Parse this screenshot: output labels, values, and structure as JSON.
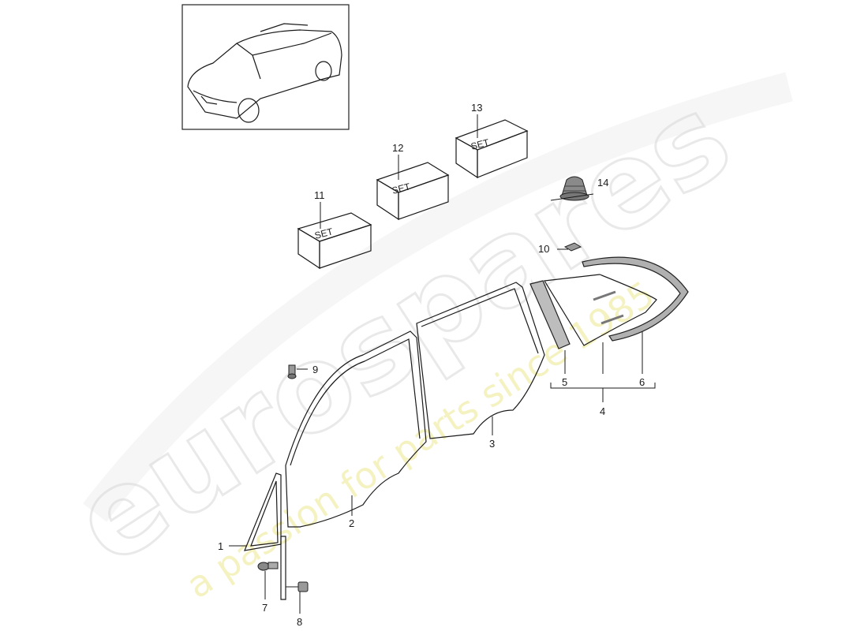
{
  "watermark": {
    "brand": "eurospares",
    "tagline": "a passion for parts since 1985"
  },
  "set_label": "SET",
  "callouts": {
    "c1": "1",
    "c2": "2",
    "c3": "3",
    "c4": "4",
    "c5": "5",
    "c6": "6",
    "c7": "7",
    "c8": "8",
    "c9": "9",
    "c10": "10",
    "c11": "11",
    "c12": "12",
    "c13": "13",
    "c14": "14"
  }
}
